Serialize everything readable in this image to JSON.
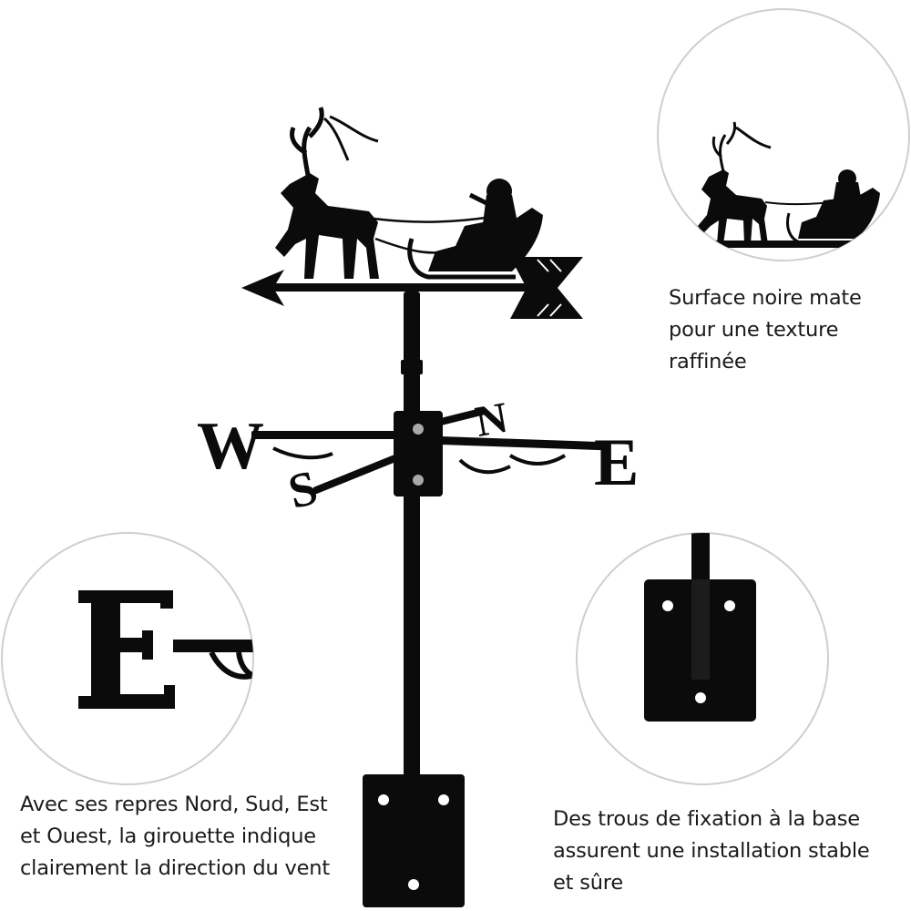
{
  "product": {
    "letters": {
      "west": "W",
      "east": "E",
      "north": "N",
      "south": "S"
    }
  },
  "callouts": {
    "texture": {
      "lines": [
        "Surface noire mate",
        "pour une texture",
        "raffinée"
      ]
    },
    "directions": {
      "lines": [
        "Avec ses repres Nord, Sud, Est",
        "et Ouest, la girouette indique",
        "clairement la direction du vent"
      ]
    },
    "mounting": {
      "lines": [
        "Des trous de fixation à la base",
        "assurent une installation stable",
        "et sûre"
      ]
    }
  },
  "colors": {
    "metal": "#0b0b0b",
    "background": "#ffffff",
    "text": "#1a1a1a",
    "circle_border": "#cfcfcf"
  }
}
